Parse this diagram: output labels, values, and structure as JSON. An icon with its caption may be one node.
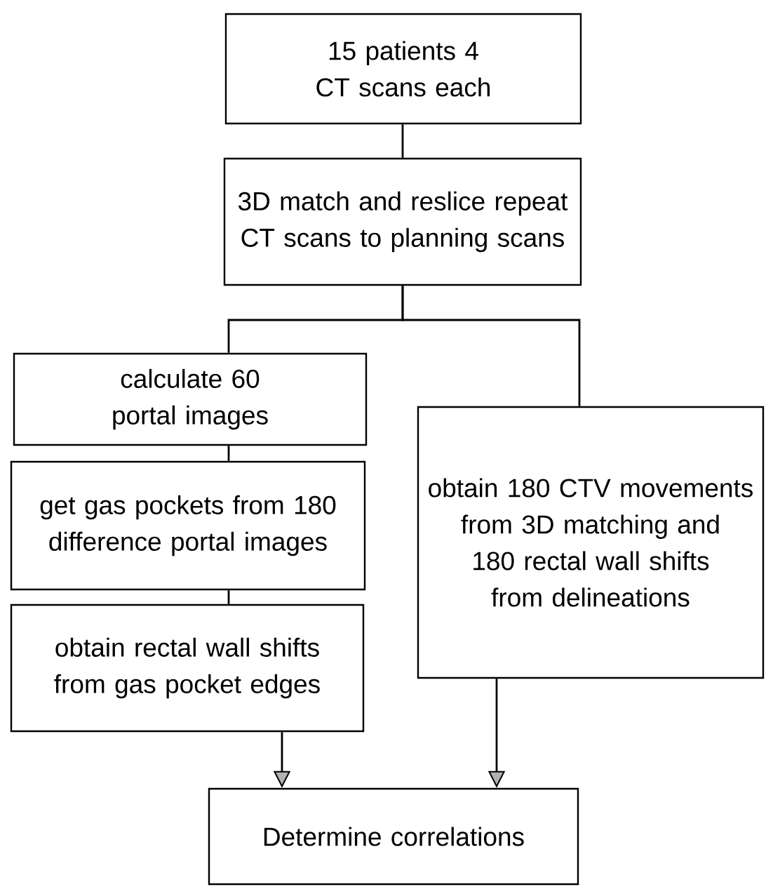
{
  "diagram": {
    "nodes": [
      {
        "text": [
          "15 patients 4 CT scans each"
        ]
      },
      {
        "text": [
          "3D match and reslice repeat CT scans to planning scans"
        ]
      },
      {
        "text": [
          "calculate 60 portal images"
        ]
      },
      {
        "text": [
          "get gas pockets from 180 difference portal images"
        ]
      },
      {
        "text": [
          "obtain rectal wall shifts from gas pocket edges"
        ]
      },
      {
        "text": [
          "obtain 180 CTV movements from 3D matching and 180 rectal wall shifts from delineations"
        ]
      },
      {
        "text": [
          "Determine correlations"
        ]
      }
    ],
    "edges": [
      {
        "from": 0,
        "to": 1,
        "arrow": "none"
      },
      {
        "from": 1,
        "to": 2,
        "arrow": "none"
      },
      {
        "from": 1,
        "to": 5,
        "arrow": "none"
      },
      {
        "from": 2,
        "to": 3,
        "arrow": "none"
      },
      {
        "from": 3,
        "to": 4,
        "arrow": "none"
      },
      {
        "from": 4,
        "to": 6,
        "arrow": "to"
      },
      {
        "from": 5,
        "to": 6,
        "arrow": "to"
      }
    ]
  }
}
